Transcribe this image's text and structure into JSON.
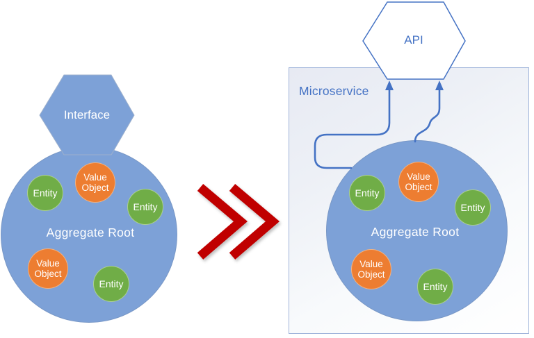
{
  "colors": {
    "aggregate_blue": "#7DA1D7",
    "entity_green": "#70AD47",
    "value_object_orange": "#ED7D31",
    "accent_blue": "#4472C4",
    "chevron_red": "#C00000",
    "box_border_blue": "#9FB4DA"
  },
  "left_group": {
    "interface_label": "Interface",
    "aggregate_root_label": "Aggregate Root",
    "entity_labels": [
      "Entity",
      "Entity",
      "Entity"
    ],
    "value_object_labels": [
      "Value Object",
      "Value Object"
    ]
  },
  "transform": {
    "chevron_icon": "double-chevron-right"
  },
  "right_group": {
    "box_label": "Microservice",
    "api_label": "API",
    "aggregate_root_label": "Aggregate Root",
    "entity_labels": [
      "Entity",
      "Entity",
      "Entity"
    ],
    "value_object_labels": [
      "Value Object",
      "Value Object"
    ]
  }
}
